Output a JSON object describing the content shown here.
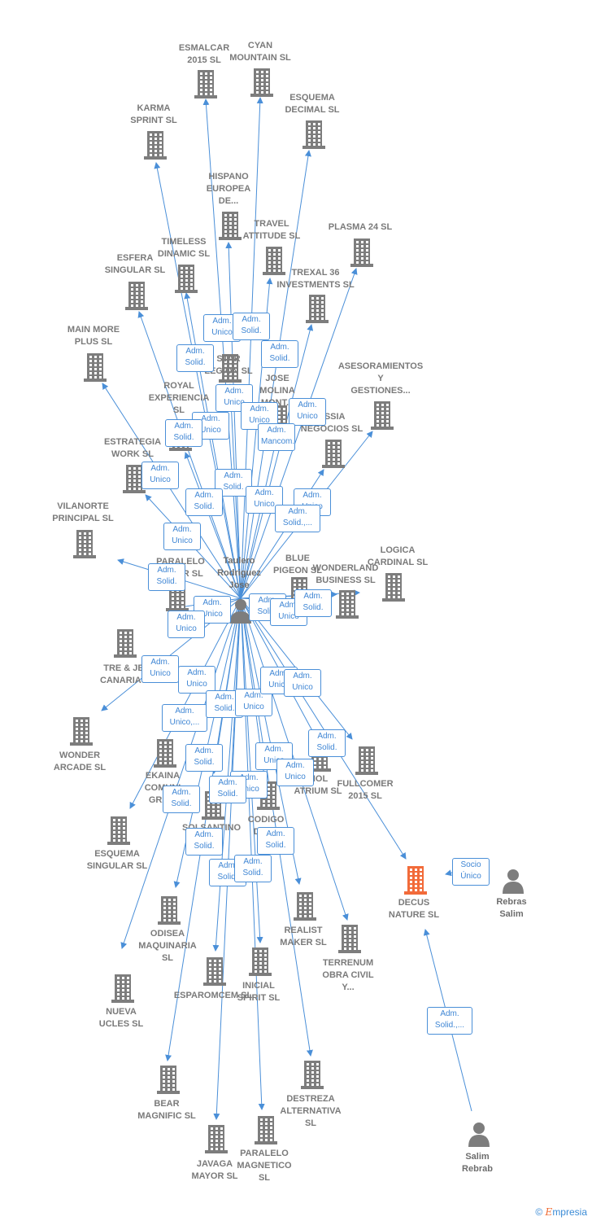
{
  "colors": {
    "edge": "#4a8fd8",
    "building": "#7d7d7d",
    "highlight": "#f26b3a",
    "person": "#7d7d7d"
  },
  "icons": {
    "company": "building-icon",
    "person": "person-icon"
  },
  "people": [
    {
      "id": "taulero",
      "label": "Taulero\nRodriguez\nJose"
    },
    {
      "id": "rebras",
      "label": "Rebras\nSalim"
    },
    {
      "id": "salim",
      "label": "Salim\nRebrab"
    }
  ],
  "companies": [
    {
      "id": "esmalcar",
      "label": "ESMALCAR\n2015  SL"
    },
    {
      "id": "cyan",
      "label": "CYAN\nMOUNTAIN  SL"
    },
    {
      "id": "esquema_dec",
      "label": "ESQUEMA\nDECIMAL  SL"
    },
    {
      "id": "karma",
      "label": "KARMA\nSPRINT  SL"
    },
    {
      "id": "hispano",
      "label": "HISPANO\nEUROPEA\nDE..."
    },
    {
      "id": "plasma",
      "label": "PLASMA 24 SL"
    },
    {
      "id": "travel",
      "label": "TRAVEL\nATTITUDE  SL"
    },
    {
      "id": "timeless",
      "label": "TIMELESS\nDINAMIC  SL"
    },
    {
      "id": "esfera",
      "label": "ESFERA\nSINGULAR  SL"
    },
    {
      "id": "trexal",
      "label": "TREXAL 36\nINVESTMENTS SL"
    },
    {
      "id": "mainmore",
      "label": "MAIN MORE\nPLUS  SL"
    },
    {
      "id": "star",
      "label": "STAR\nLEGION  SL"
    },
    {
      "id": "asesor",
      "label": "ASESORAMIENTOS\nY\nGESTIONES..."
    },
    {
      "id": "jose",
      "label": "JOSE\nMOLINA\nMONT..."
    },
    {
      "id": "royal",
      "label": "ROYAL\nEXPERIENCIA\nSL"
    },
    {
      "id": "essia",
      "label": "ESSIA\nNEGOCIOS  SL"
    },
    {
      "id": "estrategia",
      "label": "ESTRATEGIA\nWORK  SL"
    },
    {
      "id": "vilanorte",
      "label": "VILANORTE\nPRINCIPAL  SL"
    },
    {
      "id": "logica",
      "label": "LOGICA\nCARDINAL  SL"
    },
    {
      "id": "paralelo_s",
      "label": "PARALELO\nSOLAR  SL"
    },
    {
      "id": "blue",
      "label": "BLUE\nPIGEON  SL"
    },
    {
      "id": "wonderland",
      "label": "WONDERLAND\nBUSINESS  SL"
    },
    {
      "id": "tre",
      "label": "TRE & JE\nCANARIAS"
    },
    {
      "id": "wonder",
      "label": "WONDER\nARCADE  SL"
    },
    {
      "id": "ekaina",
      "label": "EKAINA\nCOMUNI\nGRAFI"
    },
    {
      "id": "fullcomer",
      "label": "FULLCOMER\n2015  SL"
    },
    {
      "id": "mol",
      "label": "MOL\nATRIUM  SL"
    },
    {
      "id": "esquema_sin",
      "label": "ESQUEMA\nSINGULAR  SL"
    },
    {
      "id": "solsantino",
      "label": "SOLSANTINO"
    },
    {
      "id": "codigo",
      "label": "CODIGO\nDEFO"
    },
    {
      "id": "decus",
      "label": "DECUS\nNATURE  SL",
      "highlight": true
    },
    {
      "id": "odisea",
      "label": "ODISEA\nMAQUINARIA\nSL"
    },
    {
      "id": "realist",
      "label": "REALIST\nMAKER  SL"
    },
    {
      "id": "terrenum",
      "label": "TERRENUM\nOBRA CIVIL\nY..."
    },
    {
      "id": "esparomcem",
      "label": "ESPAROMCEM SL"
    },
    {
      "id": "inicial",
      "label": "INICIAL\nSPIRIT  SL"
    },
    {
      "id": "nueva",
      "label": "NUEVA\nUCLES  SL"
    },
    {
      "id": "bear",
      "label": "BEAR\nMAGNIFIC  SL"
    },
    {
      "id": "destreza",
      "label": "DESTREZA\nALTERNATIVA\nSL"
    },
    {
      "id": "javaga",
      "label": "JAVAGA\nMAYOR  SL"
    },
    {
      "id": "paralelo_m",
      "label": "PARALELO\nMAGNETICO\nSL"
    }
  ],
  "badges": [
    "Adm.\nUnico",
    "Adm.\nSolid.",
    "Adm.\nSolid.",
    "Adm.\nSolid.",
    "Adm.\nUnico",
    "Adm.\nUnico",
    "Adm.\nSolid.",
    "Adm.\nUnico",
    "Adm.\nUnico",
    "Adm.\nMancom.",
    "Adm.\nUnico",
    "Adm.\nUnico",
    "Adm.\nSolid.",
    "Adm.\nUnico",
    "Adm.\nSolid.",
    "Adm.\nSolid.,...",
    "Adm.\nUnico",
    "Adm.\nSolid.",
    "Adm.\nUnico",
    "Adm.\nSolid.",
    "Adm.\nUnico",
    "Adm.\nSolid.",
    "Adm.\nUnico",
    "Adm.\nUnico",
    "Adm.\nUnico",
    "Adm.\nUnico,...",
    "Adm.\nSolid.",
    "Adm.\nUnico",
    "Adm.\nUnico",
    "Adm.\nUnico",
    "Adm.\nSolid.",
    "Adm.\nSolid.",
    "Adm.\nUnico",
    "Adm.\nUnico",
    "Adm.\nSolid.",
    "Adm.\nUnico",
    "Adm.\nSolid.",
    "Adm.\nSolid.",
    "Adm.\nSolid.",
    "Adm.\nSolid.",
    "Adm.\nSolid.",
    "Socio\nÚnico",
    "Adm.\nSolid.,..."
  ],
  "brand": {
    "symbol": "©",
    "name": "mpresia",
    "initial": "E"
  }
}
